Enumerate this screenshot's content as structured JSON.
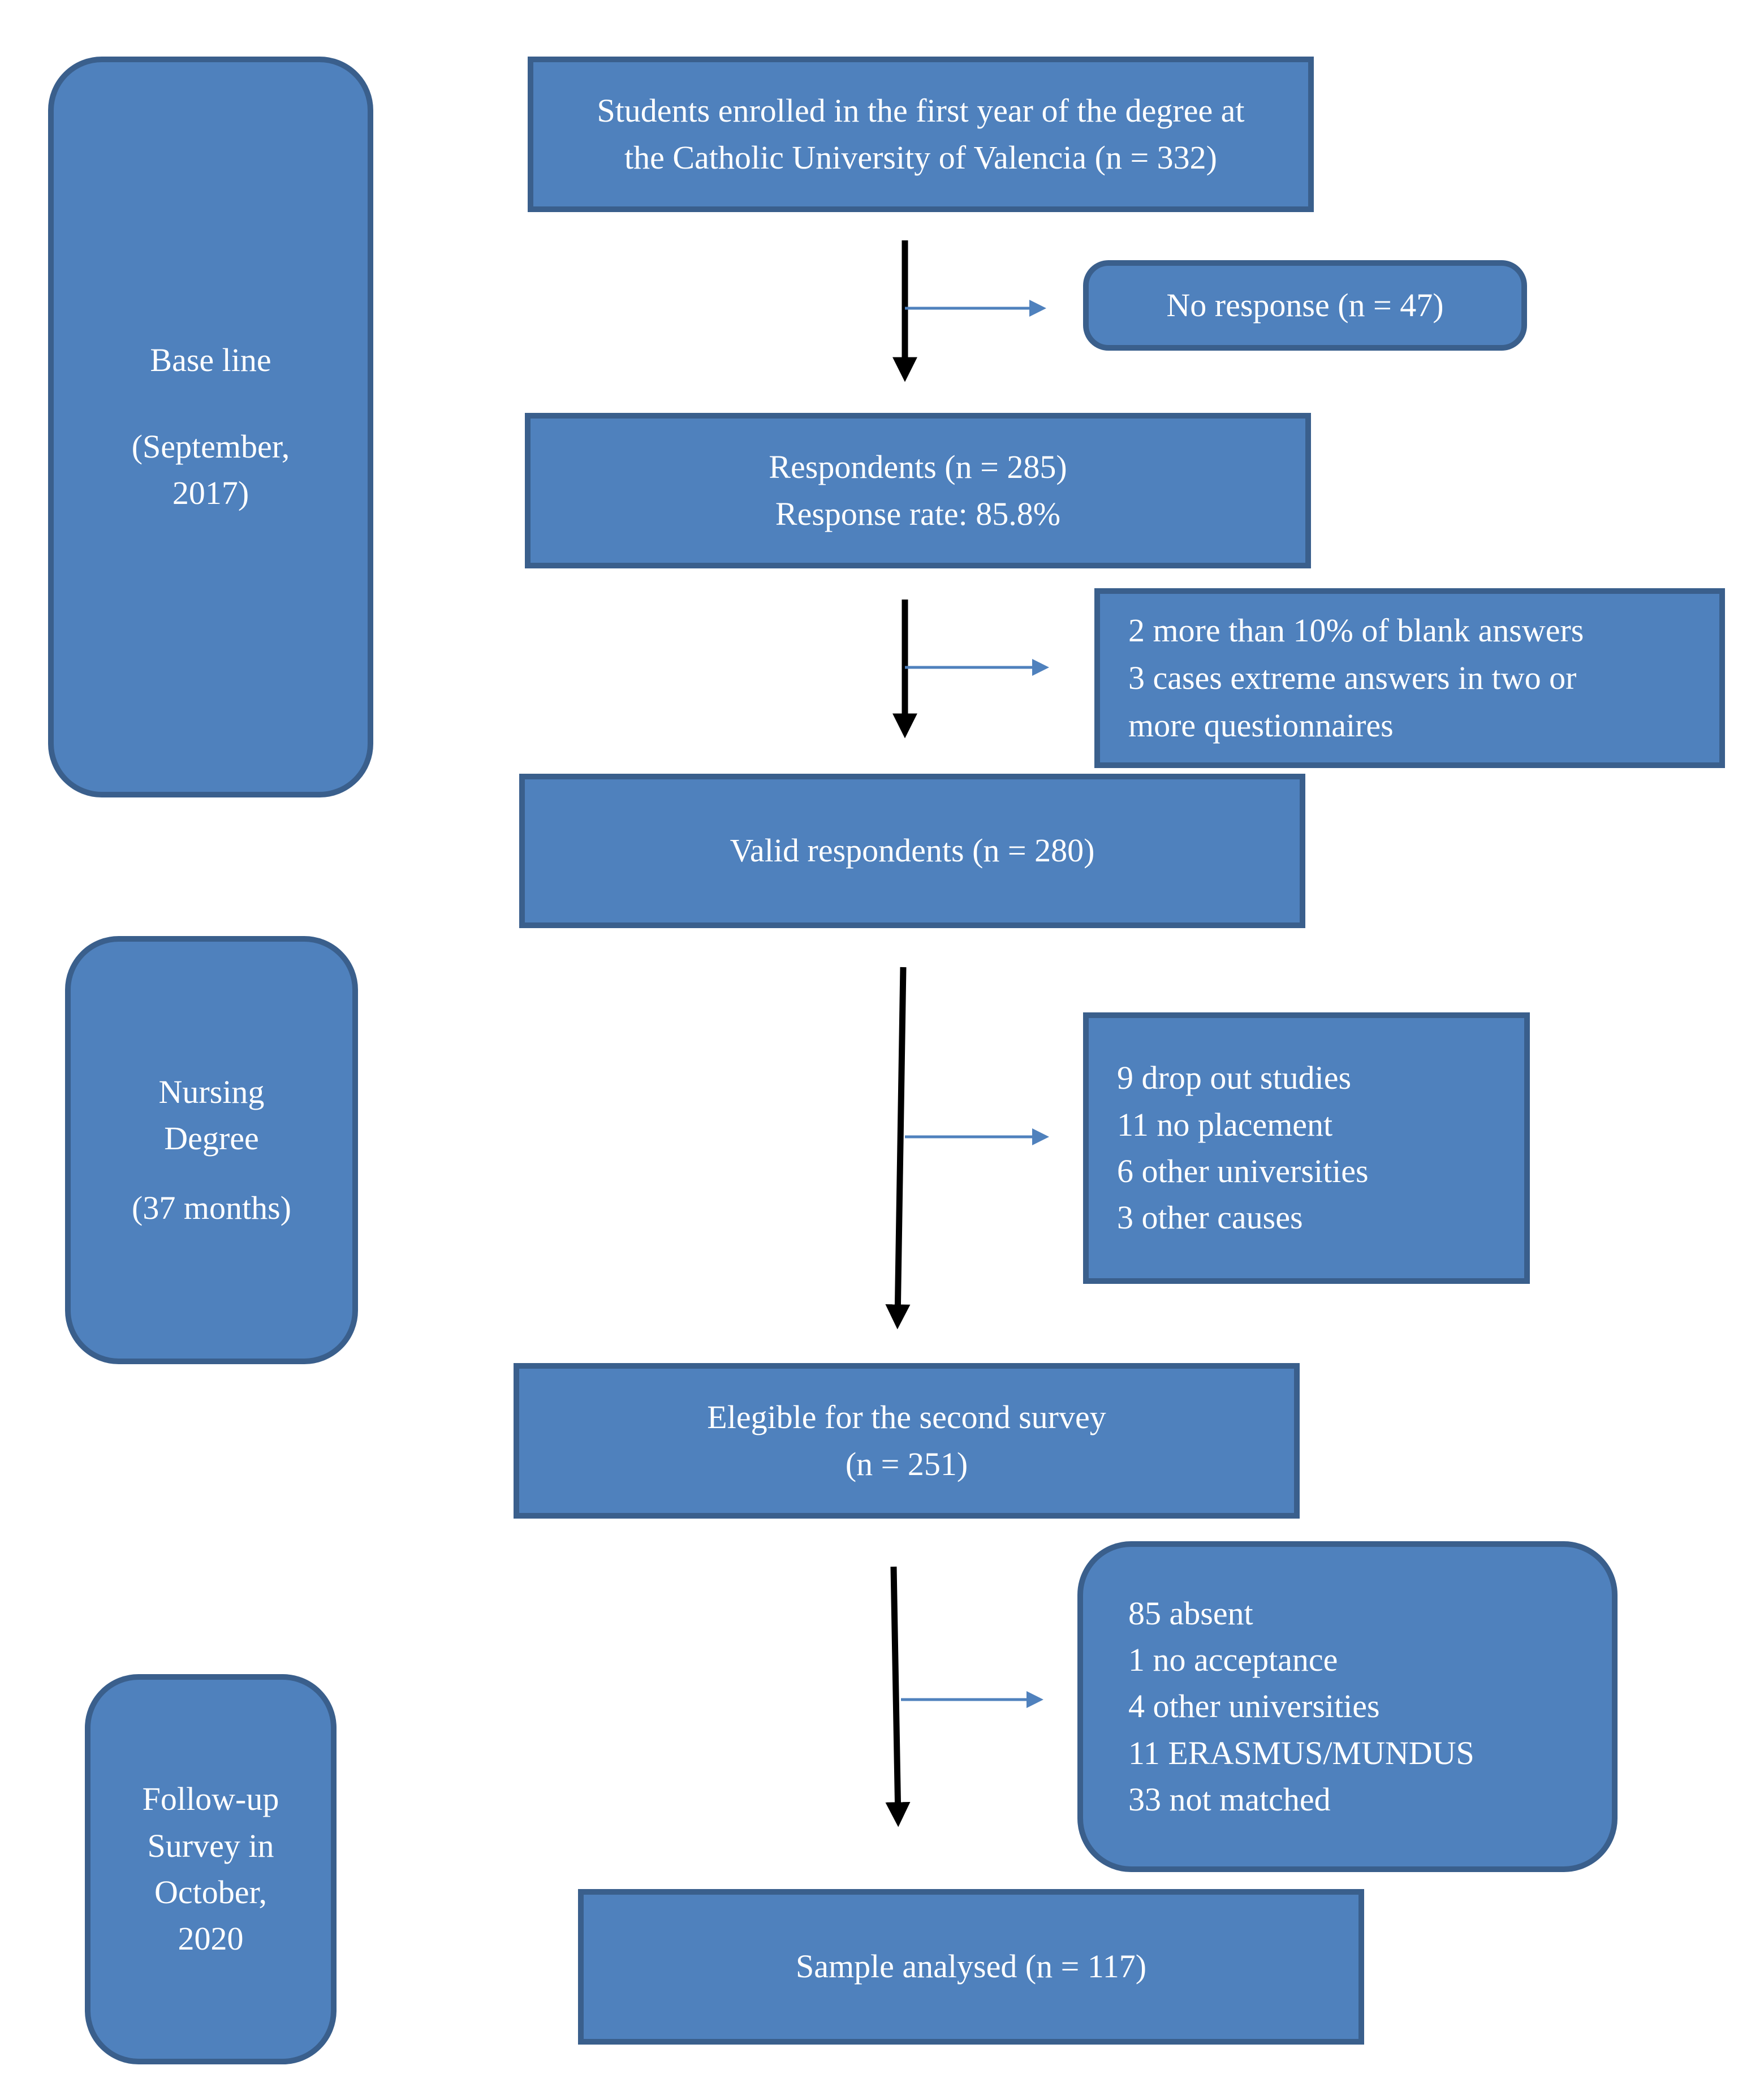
{
  "phases": {
    "baseline": {
      "line1": "Base line",
      "line2": "(September,",
      "line3": "2017)"
    },
    "nursing": {
      "line1": "Nursing",
      "line2": "Degree",
      "line3": "(37 months)"
    },
    "followup": {
      "line1": "Follow-up",
      "line2": "Survey in",
      "line3": "October,",
      "line4": "2020"
    }
  },
  "flow": {
    "enrolled": {
      "line1": "Students enrolled in the first year of the degree at",
      "line2": "the Catholic University of Valencia (n = 332)"
    },
    "respondents": {
      "line1": "Respondents (n = 285)",
      "line2": "Response rate: 85.8%"
    },
    "valid": {
      "label": "Valid respondents (n = 280)"
    },
    "eligible": {
      "line1": "Elegible for the second survey",
      "line2": "(n = 251)"
    },
    "sample": {
      "label": "Sample analysed (n = 117)"
    }
  },
  "exclusions": {
    "no_response": {
      "label": "No response (n = 47)"
    },
    "invalid": {
      "items": [
        "2 more than 10% of blank answers",
        "3 cases extreme answers in two or",
        "more questionnaires"
      ]
    },
    "lost": {
      "items": [
        "9 drop out studies",
        "11 no placement",
        "6 other universities",
        "3 other causes"
      ]
    },
    "followup_loss": {
      "items": [
        "85 absent",
        "1 no acceptance",
        "4 other universities",
        "11 ERASMUS/MUNDUS",
        "33 not matched"
      ]
    }
  },
  "colors": {
    "box_fill": "#4f81bd",
    "box_border": "#3a5f8c",
    "side_arrow": "#4f81bd",
    "main_arrow": "#000000"
  }
}
